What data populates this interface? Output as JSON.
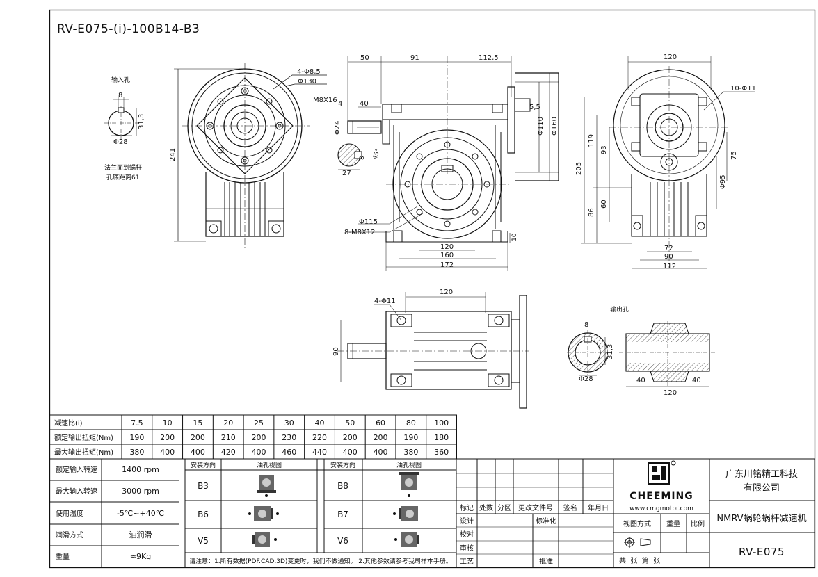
{
  "title": "RV-E075-(i)-100B14-B3",
  "labels": {
    "input_hole": "输入孔",
    "output_hole": "输出孔",
    "flange_note_1": "法兰面到蜗杆",
    "flange_note_2": "孔底距离61"
  },
  "dims": {
    "holes_4x": "4-Φ8,5",
    "d130": "Φ130",
    "h241": "241",
    "key8": "8",
    "h31_3": "31,3",
    "d28": "Φ28",
    "d50": "50",
    "d91": "91",
    "d112_5": "112,5",
    "m8x16": "M8X16",
    "d4": "4",
    "d40": "40",
    "d24": "Φ24",
    "d5_5": "5,5",
    "d27": "27",
    "d8": "8",
    "a45": "45°",
    "d110": "Φ110",
    "d160": "Φ160",
    "d115": "Φ115",
    "m8x12": "8-M8X12",
    "w120": "120",
    "w160": "160",
    "w172": "172",
    "d10": "10",
    "side120": "120",
    "holes10": "10-Φ11",
    "h119": "119",
    "h93": "93",
    "h205": "205",
    "h86": "86",
    "h60": "60",
    "d75": "75",
    "d95": "Φ95",
    "w72": "72",
    "w90": "90",
    "w112": "112",
    "bot120": "120",
    "holes4x11": "4-Φ11",
    "h90": "90",
    "o8": "8",
    "o31_3": "31,3",
    "o28": "Φ28",
    "o40a": "40",
    "o40b": "40",
    "o120": "120"
  },
  "ratio_table": {
    "headers": [
      "减速比(i)",
      "额定输出扭矩(Nm)",
      "最大输出扭矩(Nm)"
    ],
    "ratios": [
      "7.5",
      "10",
      "15",
      "20",
      "25",
      "30",
      "40",
      "50",
      "60",
      "80",
      "100"
    ],
    "rated": [
      "190",
      "200",
      "200",
      "210",
      "200",
      "230",
      "220",
      "200",
      "200",
      "190",
      "180"
    ],
    "max": [
      "380",
      "400",
      "400",
      "420",
      "400",
      "460",
      "440",
      "400",
      "400",
      "380",
      "360"
    ]
  },
  "specs": [
    {
      "label": "额定输入转速",
      "value": "1400 rpm"
    },
    {
      "label": "最大输入转速",
      "value": "3000 rpm"
    },
    {
      "label": "使用温度",
      "value": "-5℃~+40℃"
    },
    {
      "label": "润滑方式",
      "value": "油润滑"
    },
    {
      "label": "重量",
      "value": "≈9Kg"
    }
  ],
  "mounting": {
    "col_a": "安装方向",
    "col_b": "油孔视图",
    "left": [
      "B3",
      "B6",
      "V5"
    ],
    "right": [
      "B8",
      "B7",
      "V6"
    ],
    "note": "请注意：1.所有数据(PDF.CAD.3D)变更时，我们不做通知。 2.其他参数请参考我司样本手册。"
  },
  "title_block": {
    "rev_headers": [
      "标记",
      "处数",
      "分区",
      "更改文件号",
      "签名",
      "年月日"
    ],
    "rows": [
      "设计",
      "校对",
      "审核",
      "工艺"
    ],
    "standard": "标准化",
    "approve": "批准",
    "brand": "CHEEMING",
    "website": "www.cmgmotor.com",
    "projection": "视图方式",
    "weight": "重量",
    "scale": "比例",
    "sheets": "共  张  第  张",
    "company_1": "广东川铭精工科技",
    "company_2": "有限公司",
    "product_name": "NMRV蜗轮蜗杆减速机",
    "model": "RV-E075"
  }
}
